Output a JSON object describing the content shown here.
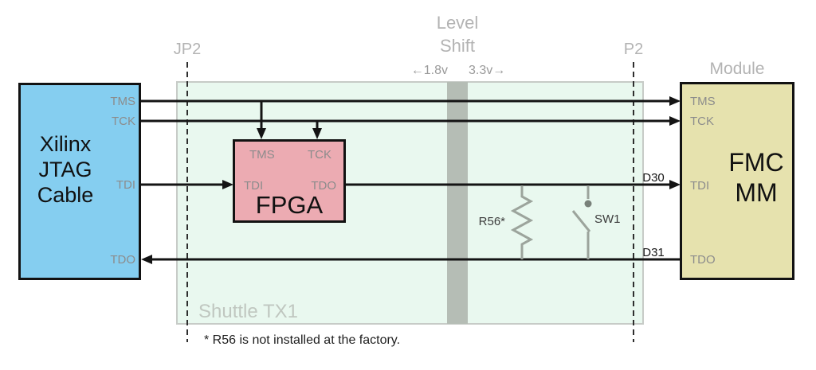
{
  "diagram": {
    "cable": {
      "title_line1": "Xilinx",
      "title_line2": "JTAG",
      "title_line3": "Cable",
      "ports": {
        "tms": "TMS",
        "tck": "TCK",
        "tdi": "TDI",
        "tdo": "TDO"
      }
    },
    "fpga": {
      "title": "FPGA",
      "ports": {
        "tms": "TMS",
        "tck": "TCK",
        "tdi": "TDI",
        "tdo": "TDO"
      }
    },
    "module": {
      "header": "Module",
      "title_line1": "FMC",
      "title_line2": "MM",
      "ports": {
        "tms": "TMS",
        "tck": "TCK",
        "tdi": "TDI",
        "tdo": "TDO"
      }
    },
    "connectors": {
      "left": "JP2",
      "right": "P2"
    },
    "level_shift": {
      "title_line1": "Level",
      "title_line2": "Shift",
      "left_voltage": "←1.8v",
      "right_voltage": "3.3v→"
    },
    "board": {
      "name": "Shuttle TX1"
    },
    "nets": {
      "d30": "D30",
      "d31": "D31"
    },
    "components": {
      "resistor": "R56*",
      "switch": "SW1"
    },
    "footnote": "* R56 is not installed at the factory.",
    "colors": {
      "cable_fill": "#85CEF0",
      "fpga_fill": "#ECABB2",
      "module_fill": "#E6E2AE",
      "board_fill": "#E9F8EF",
      "level_bar": "#B5BDB5"
    }
  }
}
